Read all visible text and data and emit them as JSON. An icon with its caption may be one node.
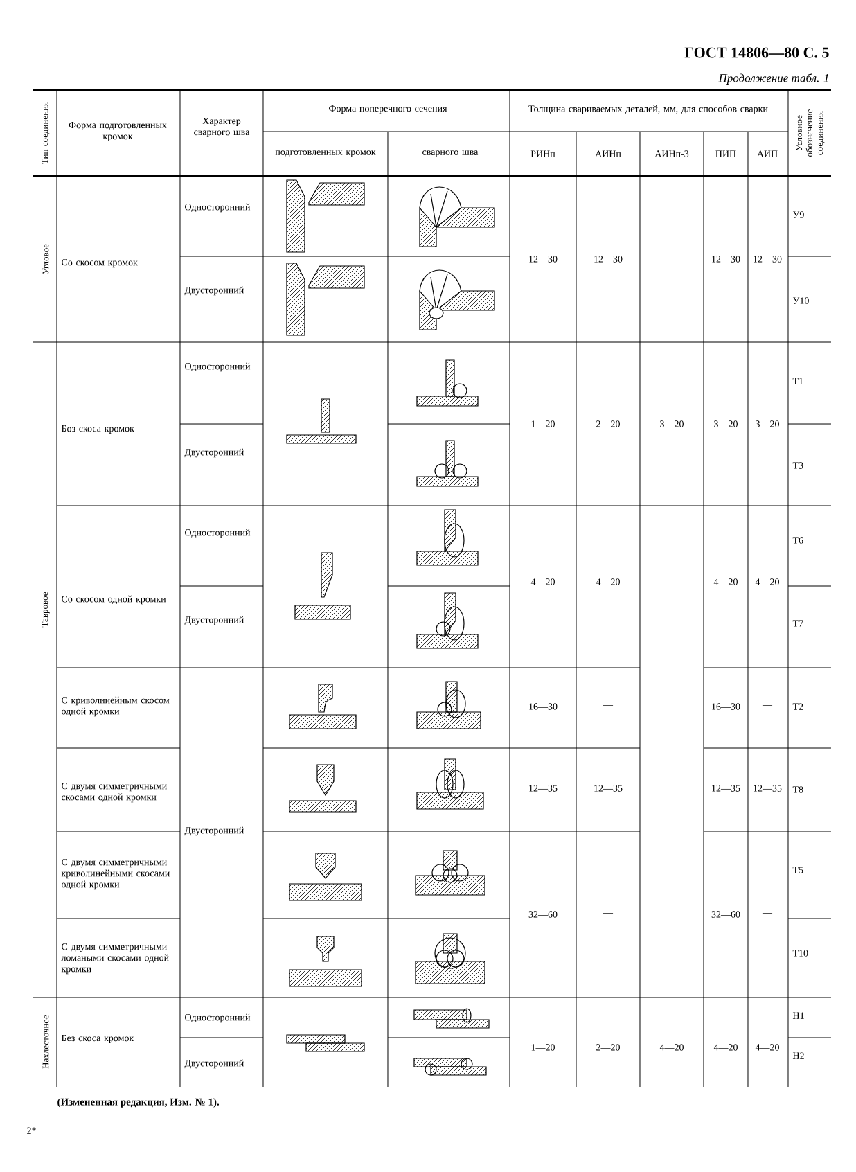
{
  "diagram": {
    "labels": [
      "ГОСТ 14806—80 С. 5",
      "Продолжение табл. 1",
      "Тип соединения",
      "Форма подготовленных кромок",
      "Характер сварного шва",
      "Форма поперечного сечения",
      "Толщина свариваемых деталей, мм, для способов сварки",
      "Условное обозначение соединения",
      "подготовленных кромок",
      "сварного шва",
      "РИНп",
      "АИНп",
      "АИНп-3",
      "ПИП",
      "АИП",
      "Угловое",
      "Со скосом кромок",
      "Односторонний",
      "12—30",
      "12—30",
      "—",
      "12—30",
      "12—30",
      "У9",
      "Двусторонний",
      "У10",
      "Тавровое",
      "Боз скоса кромок",
      "Односторонний",
      "1—20",
      "2—20",
      "3—20",
      "3—20",
      "3—20",
      "Т1",
      "Двусторонний",
      "Т3",
      "Со скосом одной кромки",
      "Односторонний",
      "4—20",
      "4—20",
      "4—20",
      "4—20",
      "Т6",
      "Двусторонний",
      "Т7",
      "С криволинейным скосом одной кромки",
      "16—30",
      "—",
      "16—30",
      "—",
      "Т2",
      "—",
      "С двумя симметричными скосами одной кромки",
      "Двусторонний",
      "12—35",
      "12—35",
      "12—35",
      "12—35",
      "Т8",
      "С двумя симметричными криволинейными скосами одной кромки",
      "32—60",
      "—",
      "32—60",
      "—",
      "Т5",
      "С двумя симметричными ломаными скосами одной кромки",
      "Т10",
      "Нахлесточное",
      "Без скоса кромок",
      "Односторонний",
      "1—20",
      "2—20",
      "4—20",
      "4—20",
      "4—20",
      "Н1",
      "Двусторонний",
      "Н2",
      "(Измененная редакция, Изм. № 1).",
      "2*"
    ]
  }
}
